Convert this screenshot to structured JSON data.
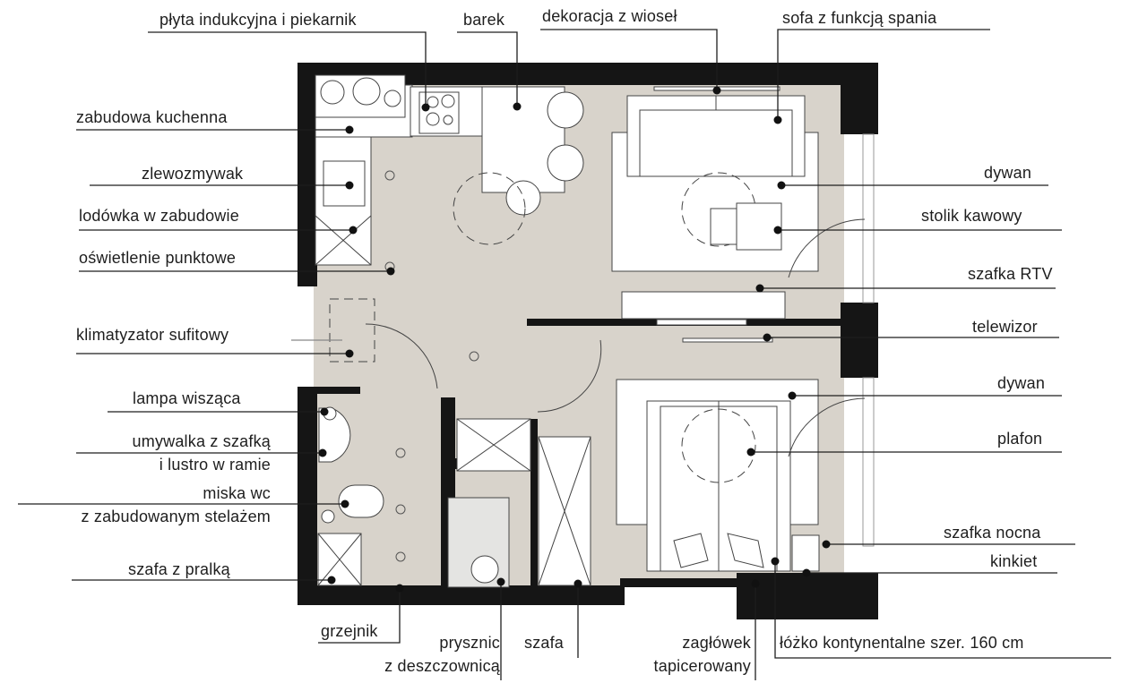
{
  "labels": {
    "hob_oven": "płyta indukcyjna i piekarnik",
    "bar": "barek",
    "oar_decor": "dekoracja z wioseł",
    "sofa_bed": "sofa z funkcją spania",
    "kitchen_units": "zabudowa kuchenna",
    "sink": "zlewozmywak",
    "fridge": "lodówka w zabudowie",
    "spotlights": "oświetlenie punktowe",
    "air_conditioner": "klimatyzator sufitowy",
    "pendant_lamp": "lampa wisząca",
    "washbasin_1": "umywalka z szafką",
    "washbasin_2": "i lustro w ramie",
    "wc_1": "miska wc",
    "wc_2": "z zabudowanym stelażem",
    "washer_wardrobe": "szafa z pralką",
    "radiator": "grzejnik",
    "shower_1": "prysznic",
    "shower_2": "z deszczownicą",
    "wardrobe": "szafa",
    "headboard_1": "zagłówek",
    "headboard_2": "tapicerowany",
    "bed": "łóżko kontynentalne szer. 160 cm",
    "rug_living": "dywan",
    "coffee_table": "stolik kawowy",
    "tv_cabinet": "szafka RTV",
    "tv": "telewizor",
    "rug_bedroom": "dywan",
    "ceiling_light": "plafon",
    "nightstand": "szafka nocna",
    "wall_lamp": "kinkiet"
  },
  "colors": {
    "wall": "#151515",
    "floor": "#d8d3cb",
    "furniture": "#ffffff",
    "line": "#1e1e1e",
    "marble": "#e4e4e2"
  }
}
